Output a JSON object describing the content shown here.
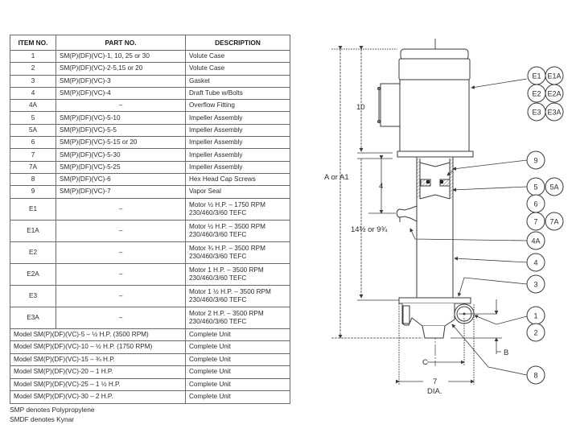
{
  "table": {
    "headers": {
      "item": "ITEM NO.",
      "part": "PART NO.",
      "description": "DESCRIPTION"
    },
    "parts": [
      {
        "item": "1",
        "part": "SM(P)(DF)(VC)-1, 10, 25 or 30",
        "description": "Volute Case"
      },
      {
        "item": "2",
        "part": "SM(P)(DF)(VC)-2-5,15 or 20",
        "description": "Volute Case"
      },
      {
        "item": "3",
        "part": "SM(P)(DF)(VC)-3",
        "description": "Gasket"
      },
      {
        "item": "4",
        "part": "SM(P)(DF)(VC)-4",
        "description": "Draft Tube w/Bolts"
      },
      {
        "item": "4A",
        "part": "–",
        "description": "Overflow Fitting"
      },
      {
        "item": "5",
        "part": "SM(P)(DF)(VC)-5-10",
        "description": "Impeller Assembly"
      },
      {
        "item": "5A",
        "part": "SM(P)(DF)(VC)-5-5",
        "description": "Impeller Assembly"
      },
      {
        "item": "6",
        "part": "SM(P)(DF)(VC)-5-15 or 20",
        "description": "Impeller Assembly"
      },
      {
        "item": "7",
        "part": "SM(P)(DF)(VC)-5-30",
        "description": "Impeller Assembly"
      },
      {
        "item": "7A",
        "part": "SM(P)(DF)(VC)-5-25",
        "description": "Impeller Assembly"
      },
      {
        "item": "8",
        "part": "SM(P)(DF)(VC)-6",
        "description": "Hex Head Cap Screws"
      },
      {
        "item": "9",
        "part": "SM(P)(DF)(VC)-7",
        "description": "Vapor Seal"
      }
    ],
    "motors": [
      {
        "item": "E1",
        "part": "–",
        "line1": "Motor ½ H.P. – 1750 RPM",
        "line2": "230/460/3/60 TEFC"
      },
      {
        "item": "E1A",
        "part": "–",
        "line1": "Motor ½ H.P. – 3500 RPM",
        "line2": "230/460/3/60 TEFC"
      },
      {
        "item": "E2",
        "part": "–",
        "line1": "Motor ¾ H.P. – 3500 RPM",
        "line2": "230/460/3/60 TEFC"
      },
      {
        "item": "E2A",
        "part": "–",
        "line1": "Motor 1 H.P. – 3500 RPM",
        "line2": "230/460/3/60 TEFC"
      },
      {
        "item": "E3",
        "part": "–",
        "line1": "Motor 1 ½ H.P. – 3500 RPM",
        "line2": "230/460/3/60 TEFC"
      },
      {
        "item": "E3A",
        "part": "–",
        "line1": "Motor 2 H.P. – 3500 RPM",
        "line2": "230/460/3/60 TEFC"
      }
    ],
    "models": [
      {
        "model": "Model SM(P)(DF)(VC)-5 – ½ H.P. (3500 RPM)",
        "description": "Complete Unit"
      },
      {
        "model": "Model SM(P)(DF)(VC)-10 – ½ H.P. (1750 RPM)",
        "description": "Complete Unit"
      },
      {
        "model": "Model SM(P)(DF)(VC)-15 – ¾ H.P.",
        "description": "Complete Unit"
      },
      {
        "model": "Model SM(P)(DF)(VC)-20 – 1 H.P.",
        "description": "Complete Unit"
      },
      {
        "model": "Model SM(P)(DF)(VC)-25 – 1 ½ H.P.",
        "description": "Complete Unit"
      },
      {
        "model": "Model SM(P)(DF)(VC)-30 – 2 H.P.",
        "description": "Complete Unit"
      }
    ]
  },
  "notes": [
    "SMP denotes Polypropylene",
    "SMDF denotes Kynar"
  ],
  "diagram": {
    "dimensions": {
      "overall": "A or A1",
      "motor_height": "10",
      "seal_height": "4",
      "tube_length": "14½ or 9¾",
      "b": "B",
      "c": "C",
      "diameter": "7",
      "diameter_unit": "DIA."
    },
    "balloons": {
      "e1": "E1",
      "e1a": "E1A",
      "e2": "E2",
      "e2a": "E2A",
      "e3": "E3",
      "e3a": "E3A",
      "b9": "9",
      "b5": "5",
      "b5a": "5A",
      "b6": "6",
      "b7": "7",
      "b7a": "7A",
      "b4a": "4A",
      "b4": "4",
      "b3": "3",
      "b1": "1",
      "b2": "2",
      "b8": "8"
    },
    "line_color": "#3a3a3a"
  }
}
